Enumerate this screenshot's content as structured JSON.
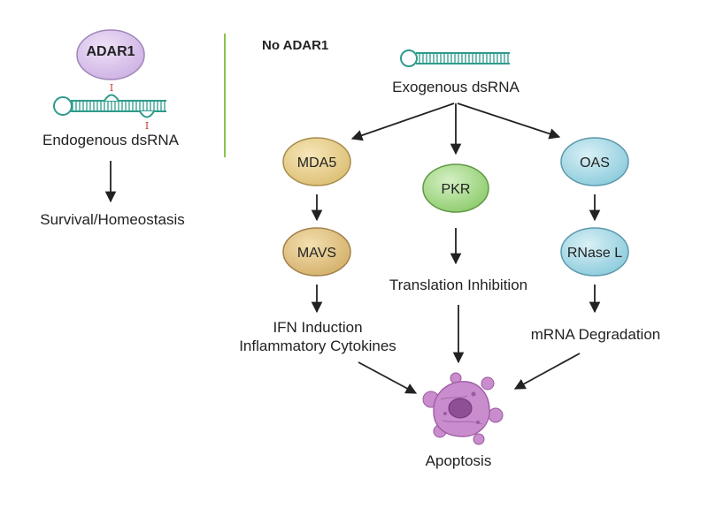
{
  "left_panel": {
    "enzyme": "ADAR1",
    "edit_mark": "I",
    "substrate": "Endogenous dsRNA",
    "outcome": "Survival/Homeostasis"
  },
  "right_panel": {
    "condition": "No ADAR1",
    "trigger": "Exogenous dsRNA",
    "nodes": {
      "mda5": "MDA5",
      "mavs": "MAVS",
      "pkr": "PKR",
      "oas": "OAS",
      "rnase_l": "RNase L"
    },
    "outcomes": {
      "ifn_line1": "IFN Induction",
      "ifn_line2": "Inflammatory Cytokines",
      "translation": "Translation Inhibition",
      "mrna": "mRNA Degradation"
    },
    "final": "Apoptosis"
  },
  "colors": {
    "adar1": "#dcc6ee",
    "mda5_mavs": "#e7cf8f",
    "pkr": "#a9dc8d",
    "oas_rnase": "#a9d8e4",
    "dsrna": "#2f9b8b",
    "divider": "#8bc34a",
    "cell": "#b87bbd"
  },
  "icons": [
    "dsrna-hairpin-icon",
    "apoptotic-cell-icon"
  ]
}
